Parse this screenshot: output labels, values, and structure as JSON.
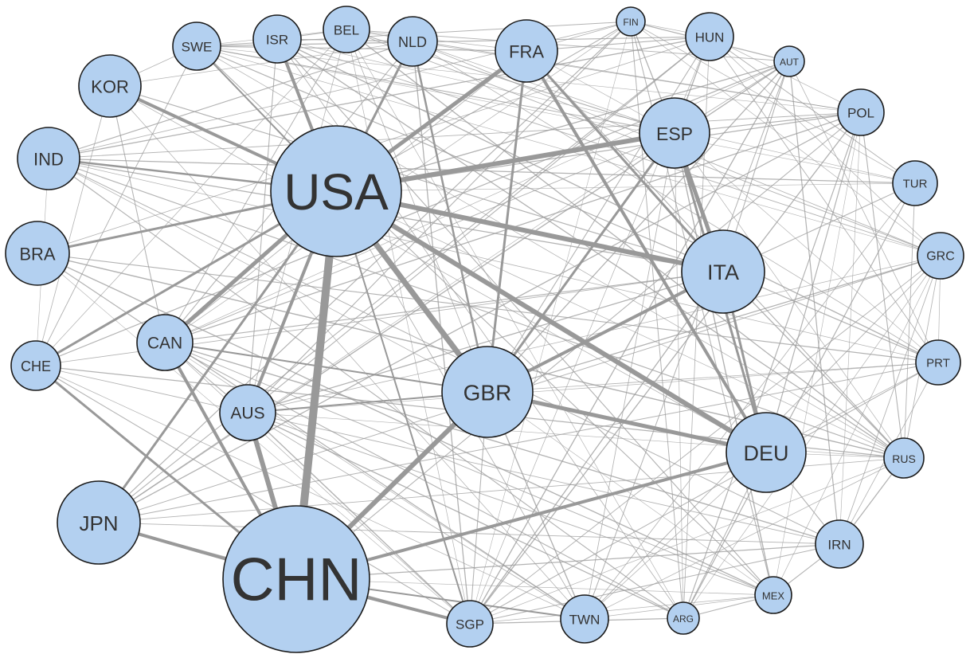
{
  "diagram": {
    "type": "network",
    "node_fill": "#b3d0f0",
    "node_stroke": "#1a1a1a",
    "edge_color": "#999999",
    "label_color": "#333333",
    "nodes": [
      {
        "id": "USA",
        "label": "USA"
      },
      {
        "id": "CHN",
        "label": "CHN"
      },
      {
        "id": "GBR",
        "label": "GBR"
      },
      {
        "id": "DEU",
        "label": "DEU"
      },
      {
        "id": "ITA",
        "label": "ITA"
      },
      {
        "id": "ESP",
        "label": "ESP"
      },
      {
        "id": "FRA",
        "label": "FRA"
      },
      {
        "id": "JPN",
        "label": "JPN"
      },
      {
        "id": "KOR",
        "label": "KOR"
      },
      {
        "id": "IND",
        "label": "IND"
      },
      {
        "id": "BRA",
        "label": "BRA"
      },
      {
        "id": "CAN",
        "label": "CAN"
      },
      {
        "id": "AUS",
        "label": "AUS"
      },
      {
        "id": "CHE",
        "label": "CHE"
      },
      {
        "id": "NLD",
        "label": "NLD"
      },
      {
        "id": "SWE",
        "label": "SWE"
      },
      {
        "id": "ISR",
        "label": "ISR"
      },
      {
        "id": "BEL",
        "label": "BEL"
      },
      {
        "id": "FIN",
        "label": "FIN"
      },
      {
        "id": "HUN",
        "label": "HUN"
      },
      {
        "id": "AUT",
        "label": "AUT"
      },
      {
        "id": "POL",
        "label": "POL"
      },
      {
        "id": "TUR",
        "label": "TUR"
      },
      {
        "id": "GRC",
        "label": "GRC"
      },
      {
        "id": "PRT",
        "label": "PRT"
      },
      {
        "id": "RUS",
        "label": "RUS"
      },
      {
        "id": "IRN",
        "label": "IRN"
      },
      {
        "id": "MEX",
        "label": "MEX"
      },
      {
        "id": "ARG",
        "label": "ARG"
      },
      {
        "id": "TWN",
        "label": "TWN"
      },
      {
        "id": "SGP",
        "label": "SGP"
      }
    ],
    "strong_edges": [
      {
        "source": "USA",
        "target": "CHN",
        "weight": 10
      },
      {
        "source": "USA",
        "target": "GBR",
        "weight": 7
      },
      {
        "source": "USA",
        "target": "DEU",
        "weight": 6
      },
      {
        "source": "USA",
        "target": "ITA",
        "weight": 6
      },
      {
        "source": "USA",
        "target": "ESP",
        "weight": 6
      },
      {
        "source": "USA",
        "target": "FRA",
        "weight": 5
      },
      {
        "source": "USA",
        "target": "CAN",
        "weight": 5
      },
      {
        "source": "USA",
        "target": "AUS",
        "weight": 4
      },
      {
        "source": "USA",
        "target": "ISR",
        "weight": 4
      },
      {
        "source": "USA",
        "target": "KOR",
        "weight": 4
      },
      {
        "source": "USA",
        "target": "BRA",
        "weight": 3
      },
      {
        "source": "USA",
        "target": "NLD",
        "weight": 3
      },
      {
        "source": "USA",
        "target": "CHE",
        "weight": 3
      },
      {
        "source": "USA",
        "target": "JPN",
        "weight": 3
      },
      {
        "source": "USA",
        "target": "IND",
        "weight": 2.5
      },
      {
        "source": "USA",
        "target": "SWE",
        "weight": 2
      },
      {
        "source": "USA",
        "target": "SGP",
        "weight": 2
      },
      {
        "source": "CHN",
        "target": "GBR",
        "weight": 6
      },
      {
        "source": "CHN",
        "target": "AUS",
        "weight": 6
      },
      {
        "source": "CHN",
        "target": "CAN",
        "weight": 4
      },
      {
        "source": "CHN",
        "target": "DEU",
        "weight": 4
      },
      {
        "source": "CHN",
        "target": "JPN",
        "weight": 4
      },
      {
        "source": "CHN",
        "target": "SGP",
        "weight": 4
      },
      {
        "source": "CHN",
        "target": "CHE",
        "weight": 3
      },
      {
        "source": "CHN",
        "target": "TWN",
        "weight": 2
      },
      {
        "source": "GBR",
        "target": "DEU",
        "weight": 5
      },
      {
        "source": "GBR",
        "target": "ITA",
        "weight": 4
      },
      {
        "source": "GBR",
        "target": "ESP",
        "weight": 3
      },
      {
        "source": "GBR",
        "target": "FRA",
        "weight": 3
      },
      {
        "source": "GBR",
        "target": "NLD",
        "weight": 2.5
      },
      {
        "source": "GBR",
        "target": "CAN",
        "weight": 2
      },
      {
        "source": "GBR",
        "target": "AUS",
        "weight": 2
      },
      {
        "source": "DEU",
        "target": "ITA",
        "weight": 3
      },
      {
        "source": "DEU",
        "target": "FRA",
        "weight": 4
      },
      {
        "source": "DEU",
        "target": "ESP",
        "weight": 3
      },
      {
        "source": "ITA",
        "target": "ESP",
        "weight": 5
      },
      {
        "source": "ITA",
        "target": "FRA",
        "weight": 3
      }
    ]
  }
}
